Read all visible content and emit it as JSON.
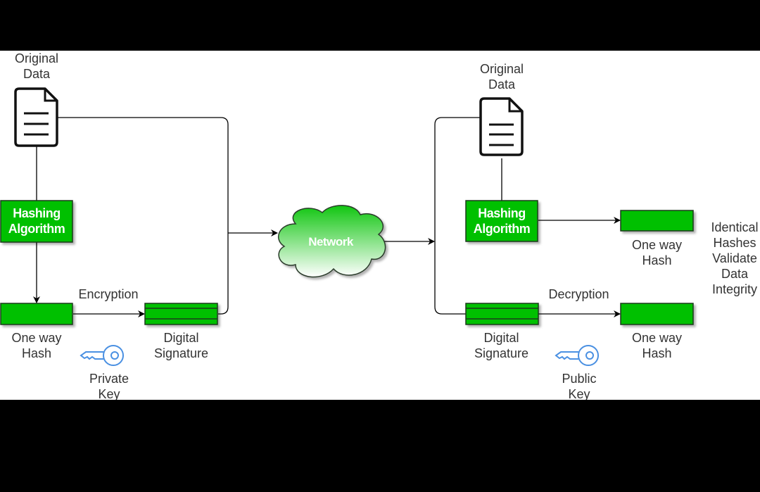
{
  "colors": {
    "box_fill": "#00c000",
    "box_stroke": "#1a3a1a",
    "line": "#000000",
    "key": "#4a90e2",
    "label_text": "#333333",
    "background": "#ffffff",
    "frame": "#000000"
  },
  "sender": {
    "original_data": "Original\nData",
    "hashing_algorithm": "Hashing\nAlgorithm",
    "one_way_hash": "One way\nHash",
    "encryption": "Encryption",
    "digital_signature": "Digital\nSignature",
    "private_key": "Private\nKey"
  },
  "network": {
    "label": "Network"
  },
  "receiver": {
    "original_data": "Original\nData",
    "hashing_algorithm": "Hashing\nAlgorithm",
    "one_way_hash_top": "One way\nHash",
    "decryption": "Decryption",
    "digital_signature": "Digital\nSignature",
    "one_way_hash_bottom": "One way\nHash",
    "public_key": "Public\nKey",
    "conclusion": "Identical\nHashes\nValidate\nData\nIntegrity"
  }
}
